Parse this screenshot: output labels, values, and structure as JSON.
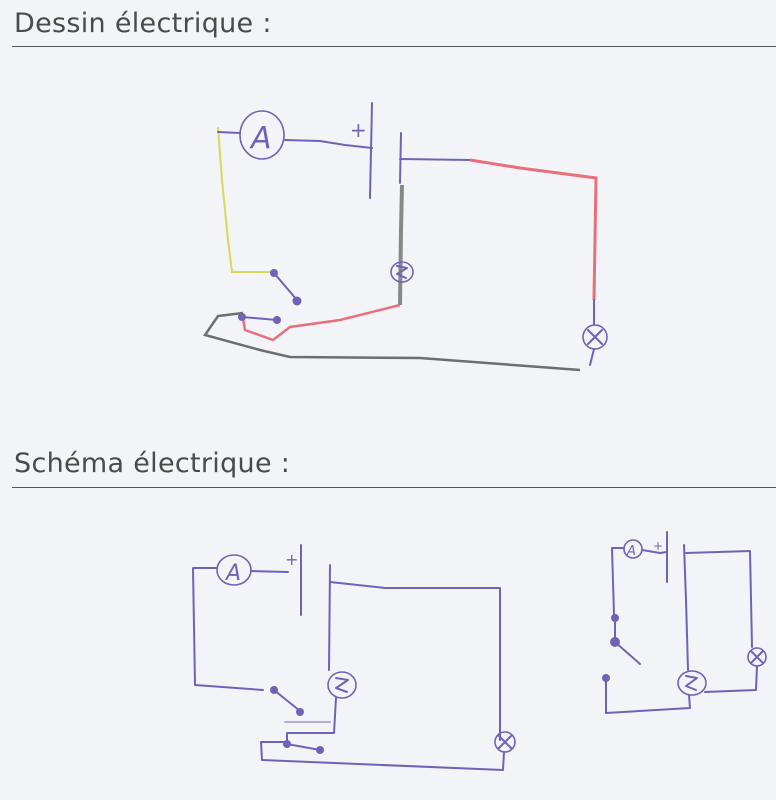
{
  "sections": [
    {
      "title": "Dessin électrique :"
    },
    {
      "title": "Schéma électrique :"
    }
  ],
  "symbols": {
    "ammeter": "A",
    "battery_plus": "+"
  },
  "colors": {
    "pen": "#6f63b8",
    "yellow": "#d8d85a",
    "red": "#e8707a",
    "gray": "#777777"
  }
}
